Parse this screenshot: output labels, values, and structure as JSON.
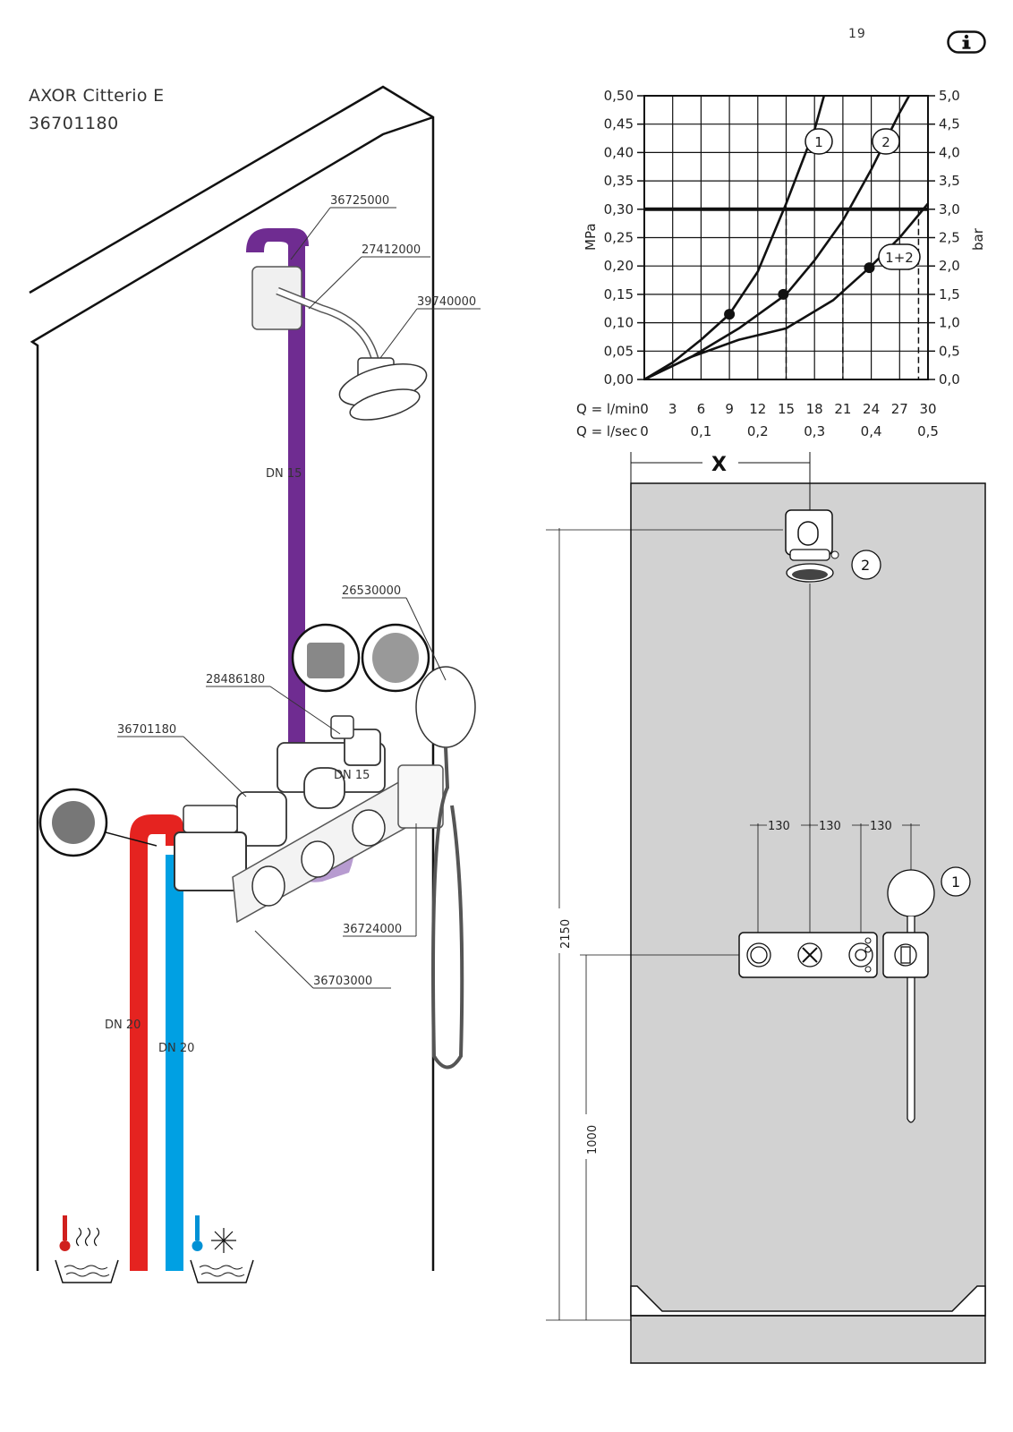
{
  "page_number": "19",
  "icons": {
    "info": "info-icon",
    "hot": "hot-water-icon",
    "cold": "cold-water-icon"
  },
  "product": {
    "name": "AXOR Citterio E",
    "number": "36701180"
  },
  "colors": {
    "hot_pipe": "#e52320",
    "cold_pipe": "#00a0e3",
    "mixed_pipe": "#6f2c91",
    "wall": "#d2d2d2"
  },
  "parts": [
    {
      "id": "36725000"
    },
    {
      "id": "27412000"
    },
    {
      "id": "39740000"
    },
    {
      "id": "26530000"
    },
    {
      "id": "28486180"
    },
    {
      "id": "36701180"
    },
    {
      "id": "36724000"
    },
    {
      "id": "36703000"
    }
  ],
  "pipe_labels": {
    "mixed_top": "DN 15",
    "mixed_body": "DN 15",
    "hot": "DN 20",
    "cold": "DN 20"
  },
  "chart_data": {
    "type": "line",
    "x_label_lmin": "Q = l/min",
    "x_label_lsec": "Q = l/sec",
    "x_ticks_lmin": [
      "0",
      "3",
      "6",
      "9",
      "12",
      "15",
      "18",
      "21",
      "24",
      "27",
      "30"
    ],
    "x_ticks_lsec": [
      "0",
      "0,1",
      "0,2",
      "0,3",
      "0,4",
      "0,5"
    ],
    "ylabel_left": "MPa",
    "ylabel_right": "bar",
    "y_ticks_left": [
      "0,00",
      "0,05",
      "0,10",
      "0,15",
      "0,20",
      "0,25",
      "0,30",
      "0,35",
      "0,40",
      "0,45",
      "0,50"
    ],
    "y_ticks_right": [
      "0,0",
      "0,5",
      "1,0",
      "1,5",
      "2,0",
      "2,5",
      "3,0",
      "3,5",
      "4,0",
      "4,5",
      "5,0"
    ],
    "xlim": [
      0,
      30
    ],
    "ylim": [
      0,
      0.5
    ],
    "grid": true,
    "reference_pressure": 0.3,
    "series": [
      {
        "name": "1",
        "x": [
          0,
          3,
          6,
          9,
          12,
          15,
          18,
          19
        ],
        "y": [
          0,
          0.03,
          0.07,
          0.115,
          0.19,
          0.31,
          0.44,
          0.5
        ],
        "marker": [
          9,
          0.115
        ],
        "drop": 15
      },
      {
        "name": "2",
        "x": [
          0,
          5,
          10,
          15,
          18,
          21,
          24,
          27,
          28
        ],
        "y": [
          0,
          0.04,
          0.09,
          0.15,
          0.21,
          0.28,
          0.37,
          0.47,
          0.5
        ],
        "marker": [
          14.7,
          0.15
        ],
        "drop": 21
      },
      {
        "name": "1+2",
        "x": [
          0,
          5,
          10,
          15,
          20,
          24,
          27,
          30
        ],
        "y": [
          0,
          0.04,
          0.07,
          0.09,
          0.14,
          0.2,
          0.25,
          0.31
        ],
        "marker": [
          23.8,
          0.197
        ],
        "drop": 29
      }
    ]
  },
  "layout_diagram": {
    "x_label": "X",
    "spacing": [
      "130",
      "130",
      "130"
    ],
    "height_total": "2150",
    "height_control": "1000",
    "callout_1": "1",
    "callout_2": "2"
  }
}
